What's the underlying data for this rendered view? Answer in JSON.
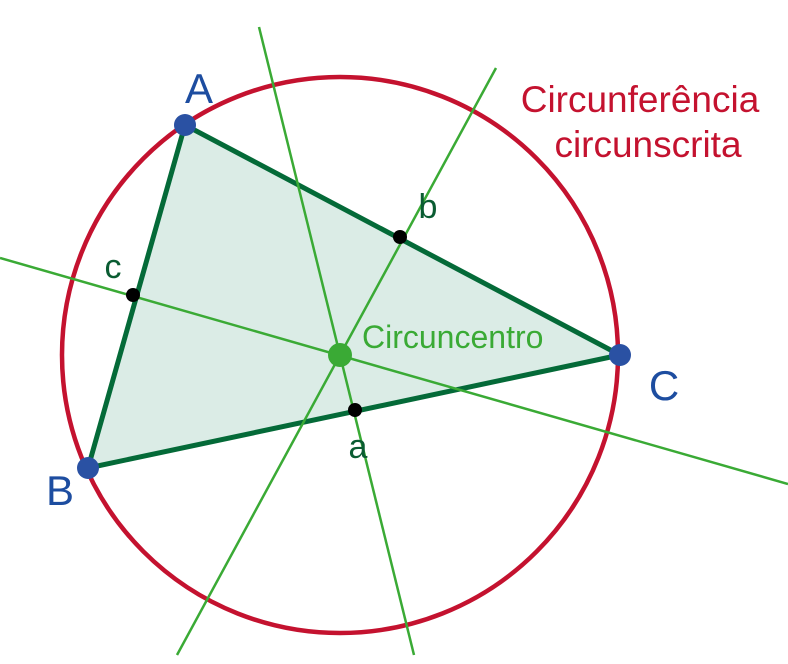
{
  "title": {
    "line1": "Circunferência",
    "line2": "circunscrita"
  },
  "labels": {
    "vertex_a": "A",
    "vertex_b": "B",
    "vertex_c": "C",
    "midpoint_a": "a",
    "midpoint_b": "b",
    "midpoint_c": "c",
    "circumcenter": "Circuncentro"
  },
  "colors": {
    "circle_stroke": "#c4122f",
    "title_text": "#c4122f",
    "triangle_fill": "#dbece6",
    "triangle_stroke": "#046a38",
    "bisector_line": "#3aaa35",
    "center_point": "#3aaa35",
    "center_text": "#3aaa35",
    "vertex_point": "#2a51a3",
    "vertex_text": "#1d4da0",
    "midpoint_point": "#000000",
    "midpoint_text": "#0a5c32"
  }
}
